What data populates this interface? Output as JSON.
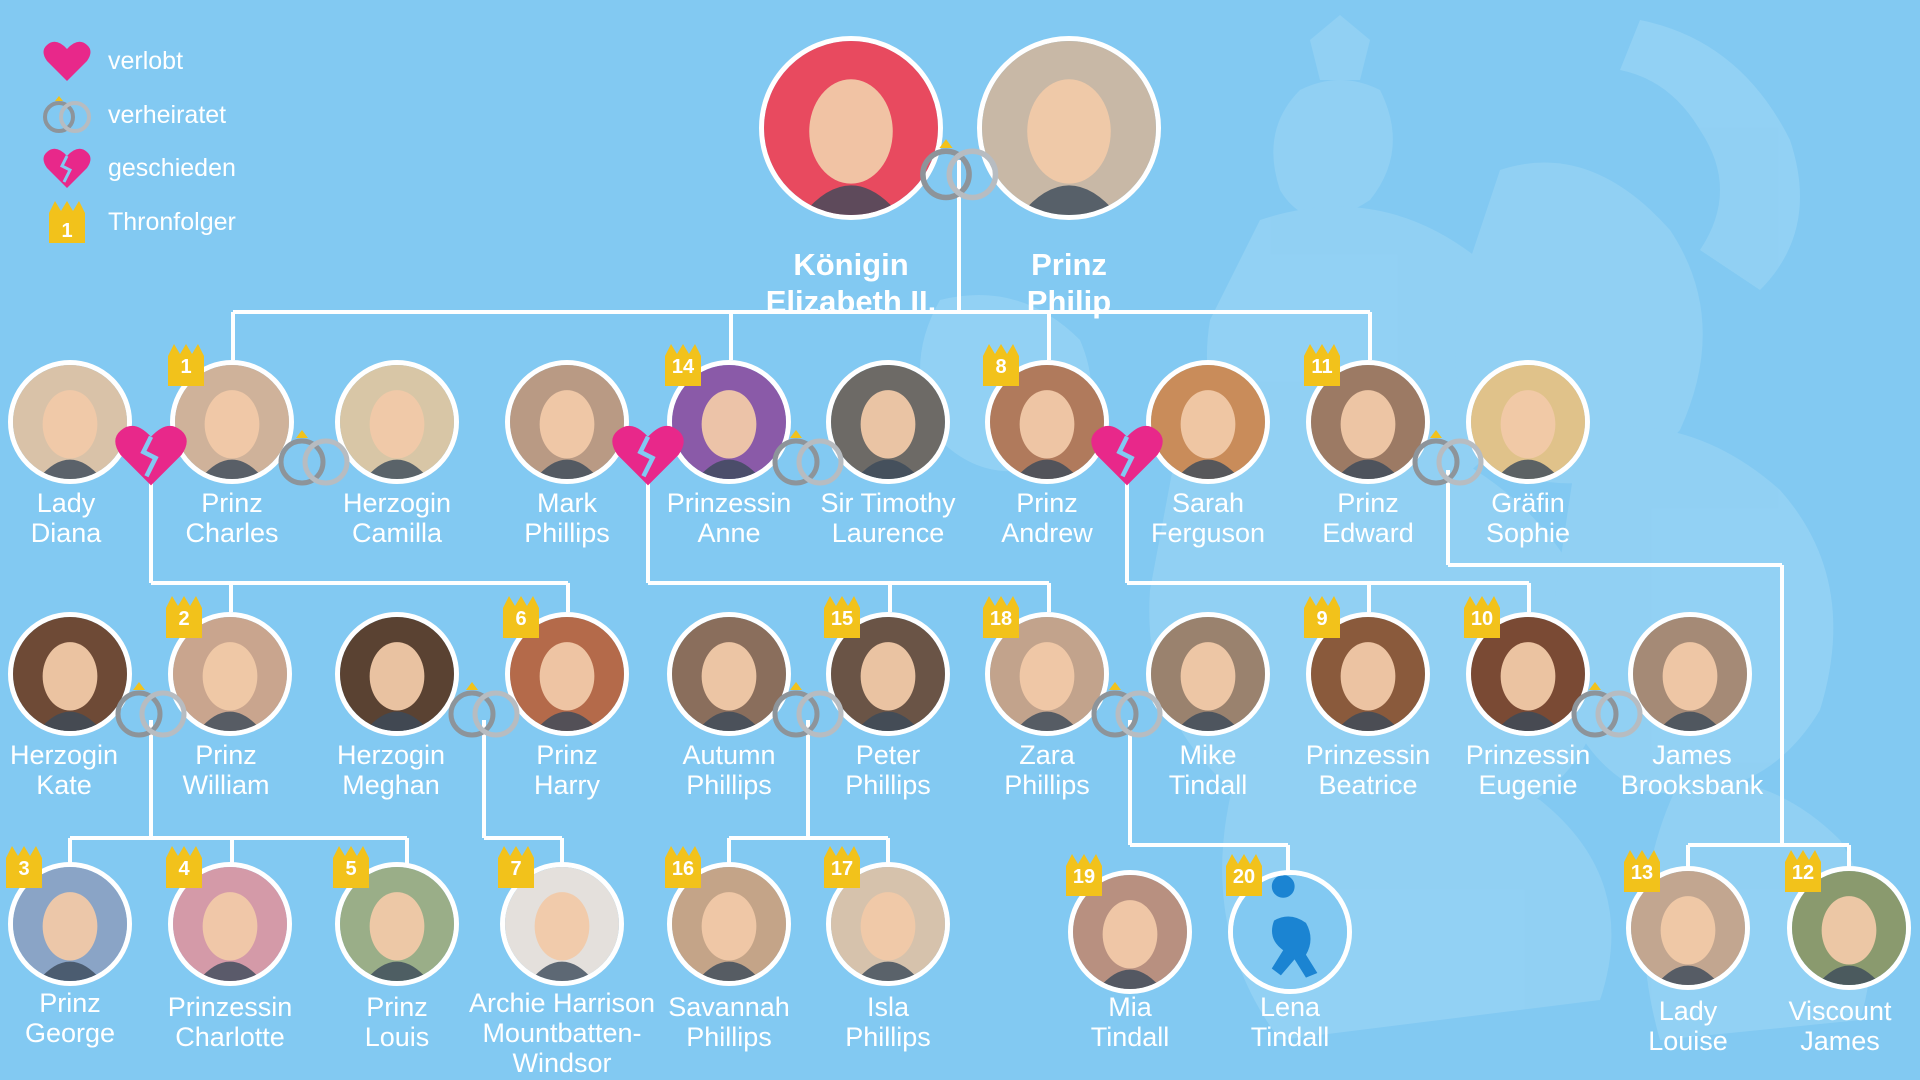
{
  "colors": {
    "background": "#82c9f2",
    "line": "#ffffff",
    "heart": "#e8288a",
    "crown": "#f2c21b",
    "ring": "#9aa0a6",
    "text": "#ffffff"
  },
  "legend": [
    {
      "icon": "heart-icon",
      "label": "verlobt"
    },
    {
      "icon": "rings-icon",
      "label": "verheiratet"
    },
    {
      "icon": "broken-heart-icon",
      "label": "geschieden"
    },
    {
      "icon": "crown-icon",
      "label": "Thronfolger",
      "number": "1"
    }
  ],
  "people": {
    "queen": {
      "name": [
        "Königin",
        "Elizabeth II."
      ],
      "tone": "#e84a5f",
      "bold": true
    },
    "philip": {
      "name": [
        "Prinz",
        "Philip"
      ],
      "tone": "#c8b8a6",
      "bold": true
    },
    "diana": {
      "name": [
        "Lady",
        "Diana"
      ],
      "tone": "#d9c2a8"
    },
    "charles": {
      "name": [
        "Prinz",
        "Charles"
      ],
      "tone": "#cfb29a",
      "rank": "1"
    },
    "camilla": {
      "name": [
        "Herzogin",
        "Camilla"
      ],
      "tone": "#d8c6a6"
    },
    "mark": {
      "name": [
        "Mark",
        "Phillips"
      ],
      "tone": "#b99a84"
    },
    "anne": {
      "name": [
        "Prinzessin",
        "Anne"
      ],
      "tone": "#8a5aa8",
      "rank": "14"
    },
    "timothy": {
      "name": [
        "Sir Timothy",
        "Laurence"
      ],
      "tone": "#6d6a66"
    },
    "andrew": {
      "name": [
        "Prinz",
        "Andrew"
      ],
      "tone": "#b07a5c",
      "rank": "8"
    },
    "sarah": {
      "name": [
        "Sarah",
        "Ferguson"
      ],
      "tone": "#c98c5a"
    },
    "edward": {
      "name": [
        "Prinz",
        "Edward"
      ],
      "tone": "#9c7a64",
      "rank": "11"
    },
    "sophie": {
      "name": [
        "Gräfin",
        "Sophie"
      ],
      "tone": "#e0c28a"
    },
    "kate": {
      "name": [
        "Herzogin",
        "Kate"
      ],
      "tone": "#6e4a36"
    },
    "william": {
      "name": [
        "Prinz",
        "William"
      ],
      "tone": "#c9a58e",
      "rank": "2"
    },
    "meghan": {
      "name": [
        "Herzogin",
        "Meghan"
      ],
      "tone": "#5a4232"
    },
    "harry": {
      "name": [
        "Prinz",
        "Harry"
      ],
      "tone": "#b46a4a",
      "rank": "6"
    },
    "autumn": {
      "name": [
        "Autumn",
        "Phillips"
      ],
      "tone": "#8a6e5c"
    },
    "peter": {
      "name": [
        "Peter",
        "Phillips"
      ],
      "tone": "#6a5446",
      "rank": "15"
    },
    "zara": {
      "name": [
        "Zara",
        "Phillips"
      ],
      "tone": "#c2a38c",
      "rank": "18"
    },
    "mike": {
      "name": [
        "Mike",
        "Tindall"
      ],
      "tone": "#9a826e"
    },
    "beatrice": {
      "name": [
        "Prinzessin",
        "Beatrice"
      ],
      "tone": "#8a5a3c",
      "rank": "9"
    },
    "eugenie": {
      "name": [
        "Prinzessin",
        "Eugenie"
      ],
      "tone": "#7a4a34",
      "rank": "10"
    },
    "james_b": {
      "name": [
        "James",
        "Brooksbank"
      ],
      "tone": "#a58a76"
    },
    "george": {
      "name": [
        "Prinz",
        "George"
      ],
      "tone": "#8aa4c6",
      "rank": "3"
    },
    "charlotte": {
      "name": [
        "Prinzessin",
        "Charlotte"
      ],
      "tone": "#d49aa8",
      "rank": "4"
    },
    "louis": {
      "name": [
        "Prinz",
        "Louis"
      ],
      "tone": "#9aae88",
      "rank": "5"
    },
    "archie": {
      "name": [
        "Archie Harrison",
        "Mountbatten-",
        "Windsor"
      ],
      "tone": "#e4e0dc",
      "rank": "7"
    },
    "savannah": {
      "name": [
        "Savannah",
        "Phillips"
      ],
      "tone": "#c4a488",
      "rank": "16"
    },
    "isla": {
      "name": [
        "Isla",
        "Phillips"
      ],
      "tone": "#d6c2ac",
      "rank": "17"
    },
    "mia": {
      "name": [
        "Mia",
        "Tindall"
      ],
      "tone": "#b89080",
      "rank": "19"
    },
    "lena": {
      "name": [
        "Lena",
        "Tindall"
      ],
      "tone": "#1b84d2",
      "rank": "20",
      "placeholder": true
    },
    "louise": {
      "name": [
        "Lady",
        "Louise"
      ],
      "tone": "#c2a690",
      "rank": "13"
    },
    "viscount": {
      "name": [
        "Viscount",
        "James"
      ],
      "tone": "#8a9a6e",
      "rank": "12"
    }
  }
}
